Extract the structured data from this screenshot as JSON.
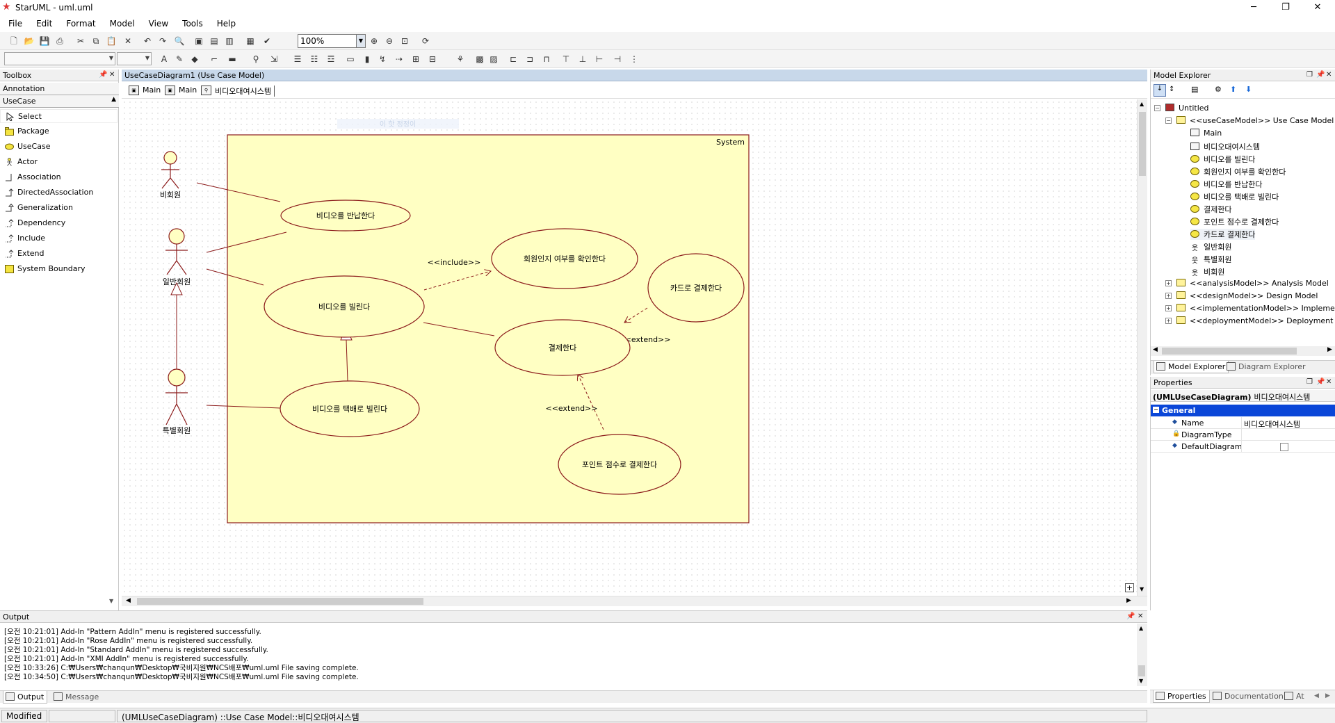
{
  "window": {
    "title": "StarUML - uml.uml",
    "minimize": "─",
    "maximize": "❐",
    "close": "✕"
  },
  "menu": [
    "File",
    "Edit",
    "Format",
    "Model",
    "View",
    "Tools",
    "Help"
  ],
  "toolbar": {
    "zoom": "100%"
  },
  "toolbox": {
    "title": "Toolbox",
    "groups": [
      "Annotation",
      "UseCase"
    ],
    "items": [
      "Select",
      "Package",
      "UseCase",
      "Actor",
      "Association",
      "DirectedAssociation",
      "Generalization",
      "Dependency",
      "Include",
      "Extend",
      "System Boundary"
    ]
  },
  "diagram": {
    "title": "UseCaseDiagram1 (Use Case Model)",
    "tabs": [
      "Main",
      "Main",
      "비디오대여시스템"
    ],
    "watermark": "이 핫 정정이",
    "system_label": "System",
    "actors": [
      "비회원",
      "일반회원",
      "특별회원"
    ],
    "usecases": {
      "return": "비디오를 반납한다",
      "rent": "비디오를 빌린다",
      "check": "회원인지 여부를 확인한다",
      "card": "카드로 결제한다",
      "pay": "결제한다",
      "delivery": "비디오를 택배로 빌린다",
      "point": "포인트 점수로 결제한다"
    },
    "relations": {
      "include": "<<include>>",
      "extend_card": "<<extend>>",
      "extend_point": "<<extend>>"
    }
  },
  "explorer": {
    "title": "Model Explorer",
    "root": "Untitled",
    "usecase_model": "<<useCaseModel>> Use Case Model",
    "children": [
      "Main",
      "비디오대여시스템",
      "비디오를 빌린다",
      "회원인지 여부를 확인한다",
      "비디오를 반납한다",
      "비디오를 택배로 빌린다",
      "결제한다",
      "포인트 점수로 결제한다",
      "카드로 결제한다",
      "일반회원",
      "특별회원",
      "비회원"
    ],
    "other_models": [
      "<<analysisModel>> Analysis Model",
      "<<designModel>> Design Model",
      "<<implementationModel>> Implementatic",
      "<<deploymentModel>> Deployment Mod"
    ],
    "tabs": [
      "Model Explorer",
      "Diagram Explorer"
    ]
  },
  "properties": {
    "title": "Properties",
    "header_type": "(UMLUseCaseDiagram)",
    "header_name": "비디오대여시스템",
    "section": "General",
    "rows": [
      {
        "key": "Name",
        "value": "비디오대여시스템"
      },
      {
        "key": "DiagramType",
        "value": ""
      },
      {
        "key": "DefaultDiagram",
        "value": ""
      }
    ],
    "tabs": [
      "Properties",
      "Documentation",
      "At"
    ]
  },
  "output": {
    "title": "Output",
    "lines": [
      "[오전 10:21:01]  Add-In \"Pattern AddIn\" menu is registered successfully.",
      "[오전 10:21:01]  Add-In \"Rose AddIn\" menu is registered successfully.",
      "[오전 10:21:01]  Add-In \"Standard AddIn\" menu is registered successfully.",
      "[오전 10:21:01]  Add-In \"XMI AddIn\" menu is registered successfully.",
      "[오전 10:33:26]  C:₩Users₩chanqun₩Desktop₩국비지원₩NCS배포₩uml.uml File saving complete.",
      "[오전 10:34:50]  C:₩Users₩chanqun₩Desktop₩국비지원₩NCS배포₩uml.uml File saving complete."
    ],
    "tabs": [
      "Output",
      "Message"
    ]
  },
  "status": {
    "state": "Modified",
    "path": "(UMLUseCaseDiagram) ::Use Case Model::비디오대여시스템"
  },
  "colors": {
    "system_fill": "#ffffc3",
    "line": "#8b1a1a",
    "selection_blue": "#0a46d8",
    "title_panel": "#c8d8ea"
  }
}
